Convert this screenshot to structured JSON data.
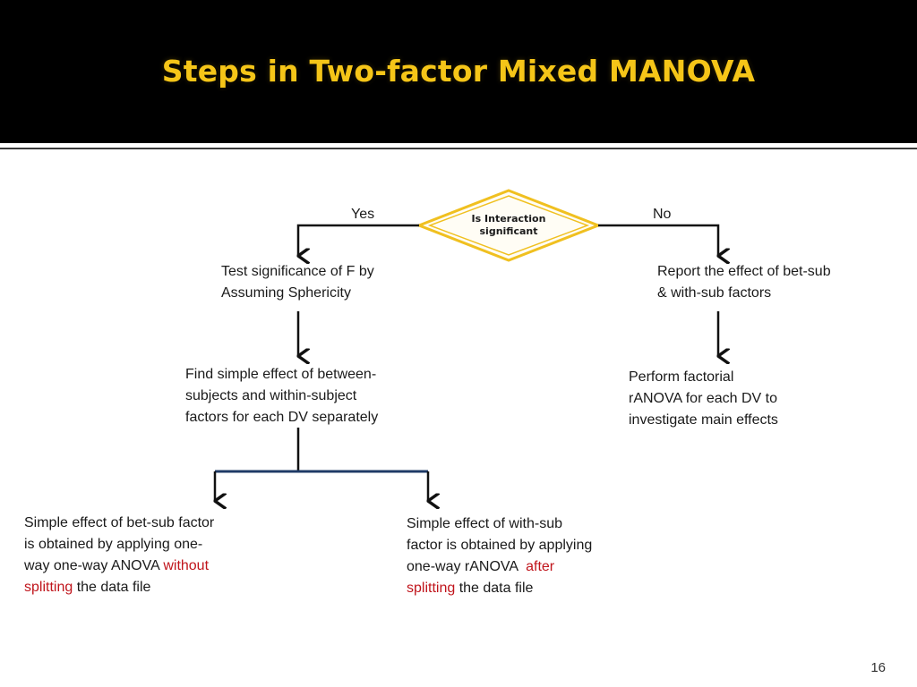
{
  "slide": {
    "title": "Steps in Two-factor Mixed MANOVA",
    "page_number": "16"
  },
  "flowchart": {
    "decision": {
      "line1": "Is Interaction",
      "line2": "significant"
    },
    "yes_label": "Yes",
    "no_label": "No",
    "yes_branch": {
      "step1": {
        "line1": "Test significance of  F by",
        "line2": "Assuming Sphericity"
      },
      "step2": {
        "line1": "Find simple effect of between-",
        "line2": "subjects and within-subject",
        "line3": "factors for each DV separately"
      },
      "left_leaf": {
        "line1": "Simple effect of bet-sub factor",
        "line2": "is obtained by applying one-",
        "line3_a": "way one-way ANOVA ",
        "line3_b": "without",
        "line4_a": "splitting",
        "line4_b": " the data file"
      },
      "right_leaf": {
        "line1": "Simple effect of with-sub",
        "line2": "factor is obtained by applying",
        "line3_a": "one-way rANOVA  ",
        "line3_b": "after",
        "line4_a": "splitting",
        "line4_b": " the data file"
      }
    },
    "no_branch": {
      "step1": {
        "line1": "Report the effect of bet-sub",
        "line2": "& with-sub factors"
      },
      "step2": {
        "line1": "Perform factorial",
        "line2": "rANOVA for each DV to",
        "line3": "investigate main effects"
      }
    }
  }
}
